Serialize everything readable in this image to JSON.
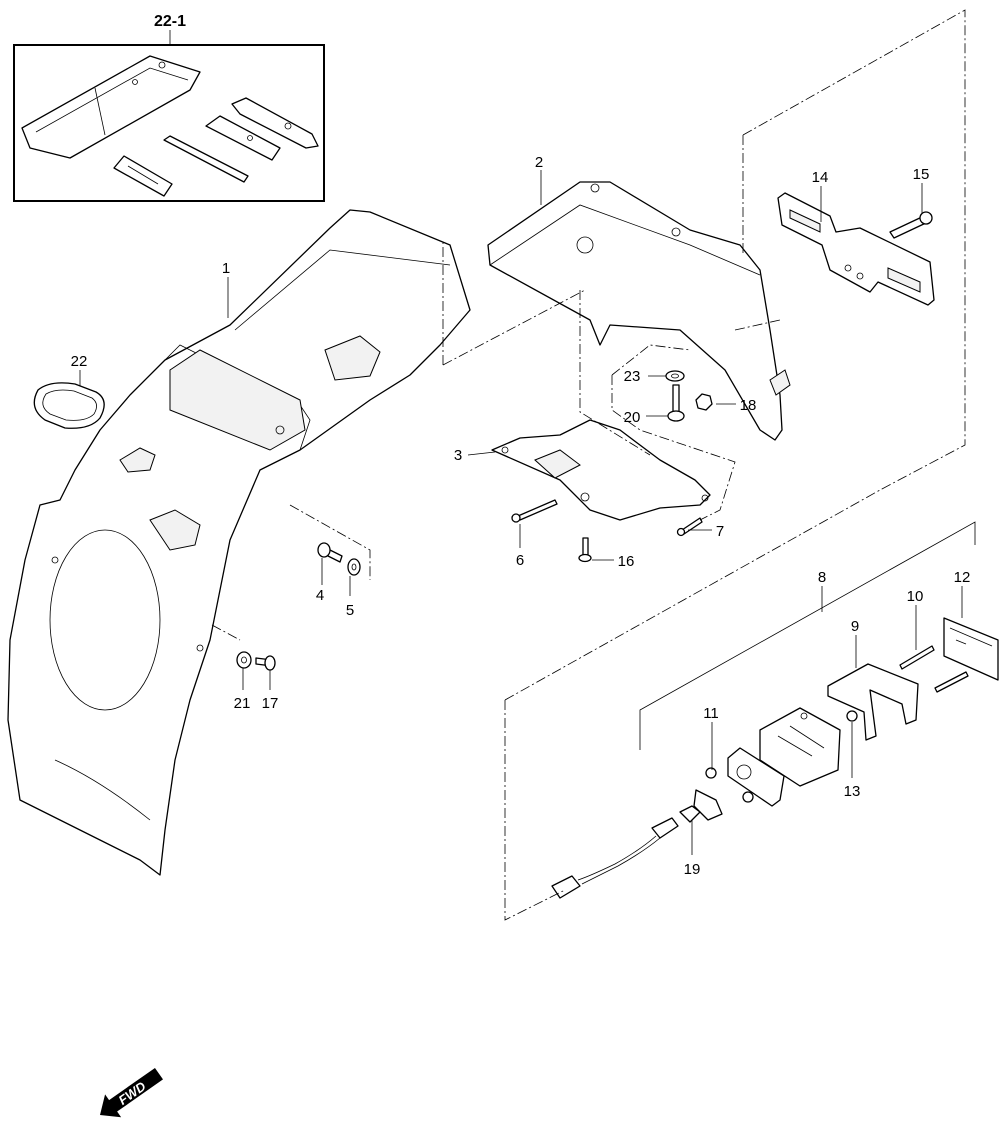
{
  "labels": {
    "p1": "1",
    "p2": "2",
    "p3": "3",
    "p4": "4",
    "p5": "5",
    "p6": "6",
    "p7": "7",
    "p8": "8",
    "p9": "9",
    "p10": "10",
    "p11": "11",
    "p12": "12",
    "p13": "13",
    "p14": "14",
    "p15": "15",
    "p16": "16",
    "p17": "17",
    "p18": "18",
    "p19": "19",
    "p20": "20",
    "p21": "21",
    "p22": "22",
    "p22_1": "22-1",
    "p23": "23"
  },
  "direction_badge": "FWD"
}
